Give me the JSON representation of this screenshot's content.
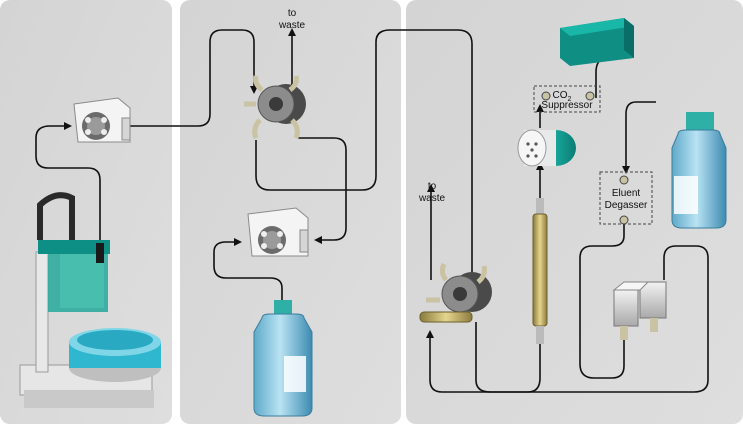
{
  "labels": {
    "waste_top": [
      "to",
      "waste"
    ],
    "waste_mid": [
      "to",
      "waste"
    ],
    "co2_suppressor": [
      "CO",
      "2",
      "Suppressor"
    ],
    "eluent_degasser": [
      "Eluent",
      "Degasser"
    ]
  },
  "colors": {
    "panel": "#d9d9d9",
    "teal": "#0e8f86",
    "teal_light": "#19b7a8",
    "line": "#111111"
  },
  "icons": [
    "autosampler-icon",
    "peristaltic-pump-icon",
    "injection-valve-icon",
    "reagent-bottle-icon",
    "eluent-bottle-icon",
    "conductivity-detector-icon",
    "column-icon",
    "high-pressure-pump-icon",
    "co2-suppressor-icon",
    "degasser-icon"
  ]
}
